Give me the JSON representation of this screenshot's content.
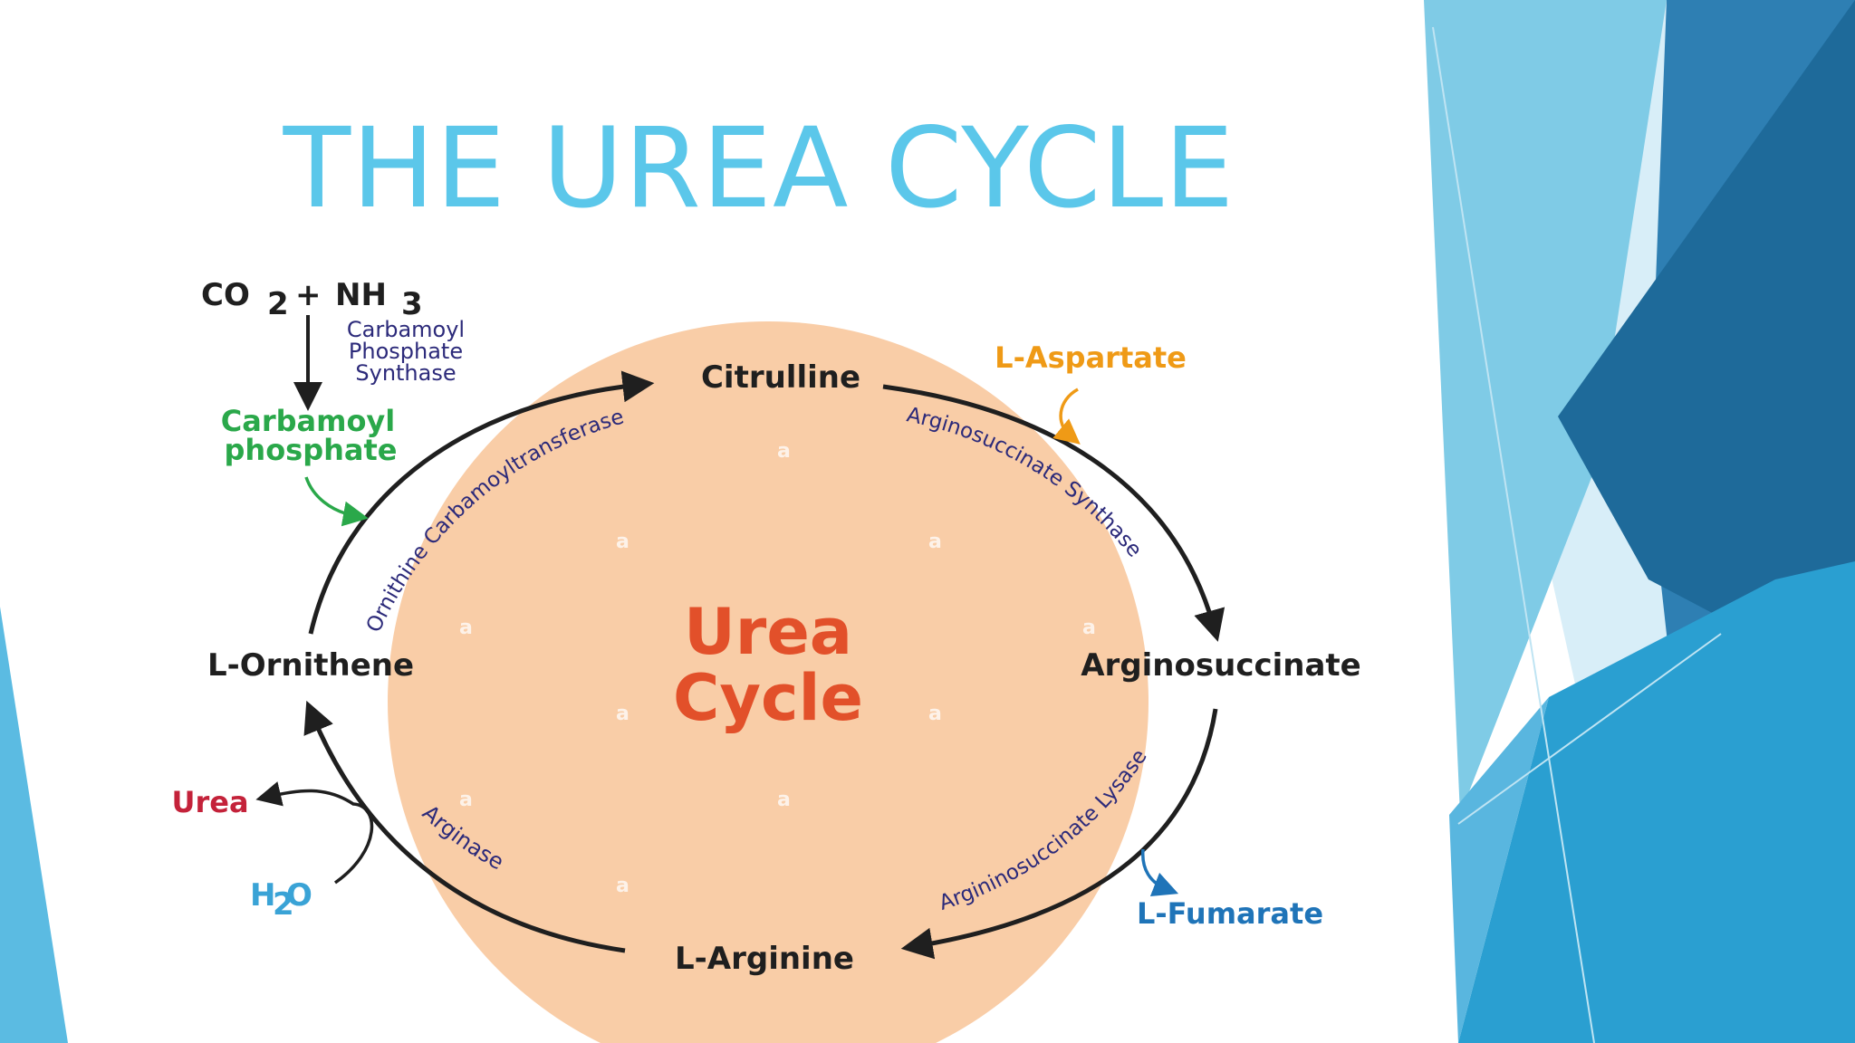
{
  "slide": {
    "title": "THE UREA CYCLE"
  },
  "diagram": {
    "center_label_line1": "Urea",
    "center_label_line2": "Cycle",
    "inputs": {
      "co2": "CO",
      "co2_sub": "2",
      "plus": "+",
      "nh3": "NH",
      "nh3_sub": "3",
      "enzyme_line1": "Carbamoyl",
      "enzyme_line2": "Phosphate",
      "enzyme_line3": "Synthase",
      "product_line1": "Carbamoyl",
      "product_line2": "phosphate"
    },
    "nodes": {
      "citrulline": "Citrulline",
      "arginosuccinate": "Arginosuccinate",
      "arginine": "L-Arginine",
      "ornithine": "L-Ornithene"
    },
    "enzymes": {
      "otc": "Ornithine Carbamoyltransferase",
      "ass": "Arginosuccinate Synthase",
      "asl": "Argininosuccinate Lysase",
      "arginase": "Arginase"
    },
    "side": {
      "aspartate": "L-Aspartate",
      "fumarate": "L-Fumarate",
      "urea": "Urea",
      "water_h": "H",
      "water_sub": "2",
      "water_o": "O"
    },
    "watermark_letter": "a"
  },
  "colors": {
    "title": "#5bc7ea",
    "circle_fill": "#f9cda7",
    "center_text": "#e2502a",
    "node_text": "#1f1f1f",
    "enzyme_text": "#2c2a7a",
    "carbamoyl_green": "#2aa84a",
    "aspartate_orange": "#ef9a16",
    "fumarate_blue": "#1f74b8",
    "urea_red": "#c4223a",
    "water_blue": "#3aa3d6",
    "decor_blue_light": "#7fcbe6",
    "decor_blue": "#2a9fd1",
    "decor_blue_dark": "#1e6a9a"
  }
}
